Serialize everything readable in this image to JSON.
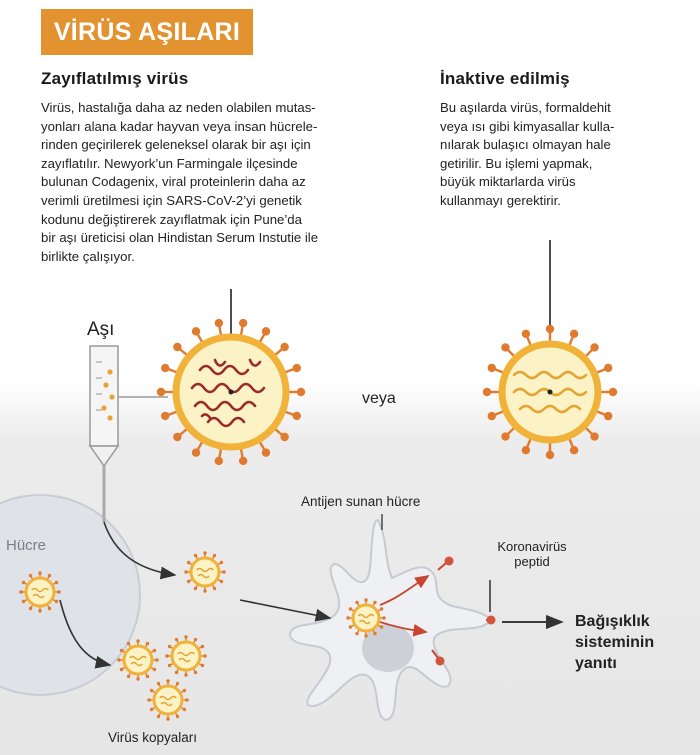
{
  "title": "VİRÜS AŞILARI",
  "left": {
    "heading": "Zayıflatılmış virüs",
    "text": "Virüs, hastalığa daha az neden olabilen mutas-\nyonları alana kadar hayvan veya insan hücrele-\nrinden geçirilerek geleneksel olarak bir aşı için\nzayıflatılır. Newyork’un  Farmingale ilçesinde\nbulunan Codagenix, viral proteinlerin daha az\nverimli üretilmesi için SARS-CoV-2’yi genetik\nkodunu değiştirerek zayıflatmak için Pune’da\nbir aşı üreticisi olan Hindistan Serum Instutie ile\nbirlikte çalışıyor."
  },
  "right": {
    "heading": "İnaktive edilmiş",
    "text": "Bu aşılarda virüs, formaldehit\nveya ısı gibi kimyasallar kulla-\nnılarak bulaşıcı olmayan hale\ngetirilir. Bu işlemi yapmak,\nbüyük miktarlarda virüs\nkullanmayı gerektirir."
  },
  "labels": {
    "asi": "Aşı",
    "veya": "veya",
    "hucre": "Hücre",
    "antijen": "Antijen sunan hücre",
    "koronavirus": "Koronavirüs\npeptid",
    "bagisiklik": "Bağışıklık\nsisteminin\nyanıtı",
    "kopyalar": "Virüs kopyaları"
  },
  "colors": {
    "banner": "#e2922f",
    "virus_fill": "#fbf3c6",
    "virus_ring": "#f1b23a",
    "spike": "#e07a2e",
    "rna_attenuated": "#9b2a2a",
    "rna_inactivated": "#e5a431",
    "cell": "#d5d8de",
    "apc": "#eef0f3"
  }
}
